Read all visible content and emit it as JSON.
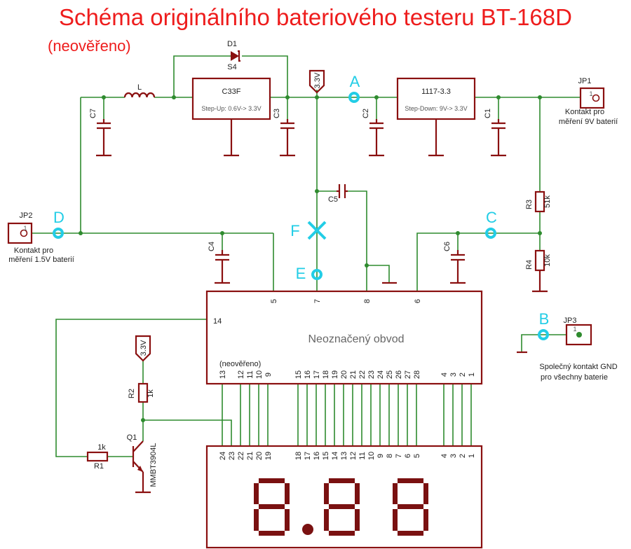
{
  "title": "Schéma originálního bateriového testeru BT-168D",
  "subtitle": "(neověřeno)",
  "colors": {
    "title": "#ee1c1c",
    "wire": "#2e8b2e",
    "part": "#8a1010",
    "marker": "#22cde6"
  },
  "components": {
    "d1_name": "D1",
    "d1_value": "S4",
    "l_name": "L",
    "c33f_name": "C33F",
    "c33f_desc": "Step-Up: 0.6V-> 3.3V",
    "reg_name": "1117-3.3",
    "reg_desc": "Step-Down: 9V-> 3.3V",
    "c7": "C7",
    "c3": "C3",
    "c2": "C2",
    "c1": "C1",
    "c5": "C5",
    "c4": "C4",
    "c6": "C6",
    "r3_name": "R3",
    "r3_value": "51k",
    "r4_name": "R4",
    "r4_value": "10k",
    "r2_name": "R2",
    "r2_value": "1k",
    "r1_name": "R1",
    "r1_value": "1k",
    "q1_name": "Q1",
    "q1_value": "MMBT3904L"
  },
  "supply_tag": "3.3V",
  "connectors": {
    "jp1_name": "JP1",
    "jp1_pin": "1",
    "jp1_desc_1": "Kontakt pro",
    "jp1_desc_2": "měření 9V baterií",
    "jp2_name": "JP2",
    "jp2_pin": "1",
    "jp2_desc_1": "Kontakt pro",
    "jp2_desc_2": "měření 1.5V baterií",
    "jp3_name": "JP3",
    "jp3_pin": "1",
    "jp3_desc_1": "Společný kontakt GND",
    "jp3_desc_2": "pro všechny baterie"
  },
  "markers": {
    "a": "A",
    "b": "B",
    "c": "C",
    "d": "D",
    "e": "E",
    "f": "F"
  },
  "chip": {
    "label": "Neoznačený obvod",
    "note": "(neověřeno)",
    "top_pins": [
      "5",
      "7",
      "8",
      "6"
    ],
    "left_pin": "14",
    "bottom_pins": [
      "13",
      "12",
      "11",
      "10",
      "9",
      "15",
      "16",
      "17",
      "18",
      "19",
      "20",
      "21",
      "22",
      "23",
      "24",
      "25",
      "26",
      "27",
      "28",
      "4",
      "3",
      "2",
      "1"
    ]
  },
  "display": {
    "pins": [
      "24",
      "23",
      "22",
      "21",
      "20",
      "19",
      "18",
      "17",
      "16",
      "15",
      "14",
      "13",
      "12",
      "11",
      "10",
      "9",
      "8",
      "7",
      "6",
      "5",
      "4",
      "3",
      "2",
      "1"
    ],
    "digits": "8.88"
  }
}
